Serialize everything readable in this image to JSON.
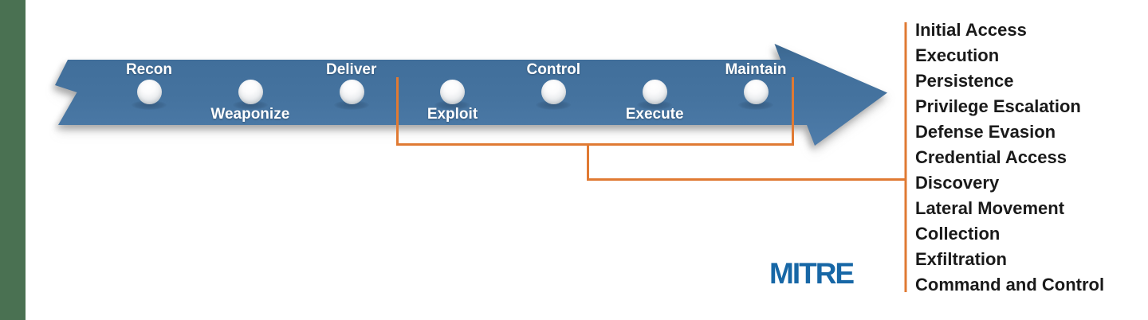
{
  "page": {
    "background": "#ffffff"
  },
  "left_bar": {
    "color": "#4A7152"
  },
  "kill_chain": {
    "arrow_color": "#45739E",
    "label_color": "#ffffff",
    "stages": [
      {
        "label": "Recon",
        "position": "top"
      },
      {
        "label": "Weaponize",
        "position": "bottom"
      },
      {
        "label": "Deliver",
        "position": "top"
      },
      {
        "label": "Exploit",
        "position": "bottom"
      },
      {
        "label": "Control",
        "position": "top"
      },
      {
        "label": "Execute",
        "position": "bottom"
      },
      {
        "label": "Maintain",
        "position": "top"
      }
    ]
  },
  "connector": {
    "color": "#E07A33"
  },
  "tactics": {
    "text_color": "#1a1a1a",
    "items": [
      "Initial Access",
      "Execution",
      "Persistence",
      "Privilege Escalation",
      "Defense Evasion",
      "Credential Access",
      "Discovery",
      "Lateral Movement",
      "Collection",
      "Exfiltration",
      "Command and Control"
    ]
  },
  "logo": {
    "text": "MITRE",
    "color": "#1767A6"
  }
}
